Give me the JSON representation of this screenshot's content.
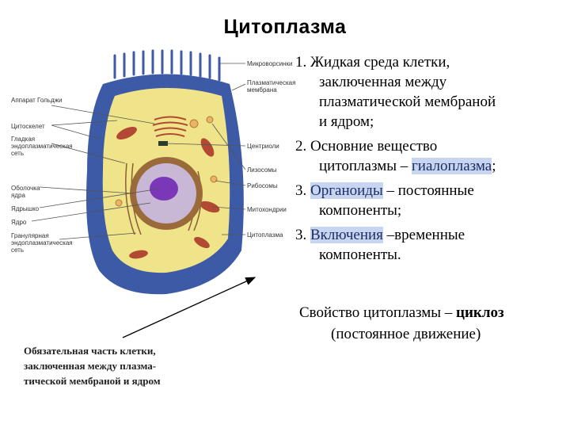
{
  "title": "Цитоплазма",
  "diagram": {
    "labels_left": [
      "Аппарат Гольджи",
      "Цитоскелет",
      "Гладкая\nэндоплазматическая\nсеть",
      "Оболочка\nядра",
      "Ядрышко",
      "Ядро",
      "Гранулярная\nэндоплазматическая\nсеть"
    ],
    "labels_right": [
      "Микроворсинки",
      "Плазматическая\nмембрана",
      "Центриоли",
      "Лизосомы",
      "Рибосомы",
      "Митохондрии",
      "Цитоплазма"
    ],
    "colors": {
      "outer_membrane": "#3d5aa6",
      "cytoplasm": "#efe48a",
      "nucleus_envelope": "#9a6a3a",
      "nucleus": "#c9b7d6",
      "nucleolus": "#7a38b8",
      "mitochondria": "#b24a33"
    }
  },
  "points": [
    {
      "line1": "1. Жидкая среда клетки,",
      "line2": "заключенная между",
      "line3": "плазматической мембраной",
      "line4": "и ядром;"
    },
    {
      "line1": "2. Основние вещество",
      "line2_pre": "цитоплазмы – ",
      "line2_hl": "гиалоплазма",
      "line2_post": ";"
    },
    {
      "pre": "3. ",
      "hl": "Органоиды",
      "post": " – постоянные",
      "line2": "компоненты;"
    },
    {
      "pre": "3. ",
      "hl": "Включения",
      "post": " –временные",
      "line2": "компоненты."
    }
  ],
  "summary": {
    "pre": "Свойство цитоплазмы – ",
    "bold": "циклоз",
    "line2": "(постоянное движение)"
  },
  "caption": {
    "line1": "Обязательная часть клетки,",
    "line2": "заключенная между плазма-",
    "line3": "тической мембраной и ядром"
  }
}
